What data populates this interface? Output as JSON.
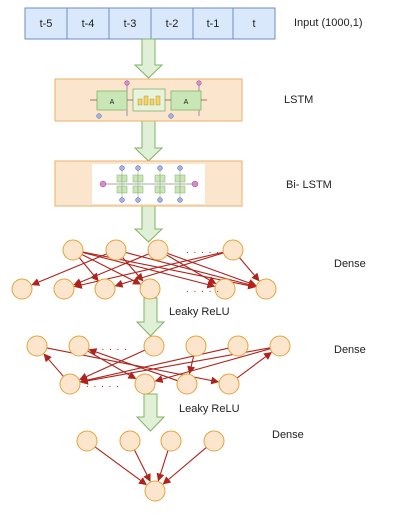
{
  "input": {
    "cells": [
      "t-5",
      "t-4",
      "t-3",
      "t-2",
      "t-1",
      "t"
    ],
    "label": "Input (1000,1)"
  },
  "lstm": {
    "label": "LSTM",
    "cell_letter": "A"
  },
  "bilstm": {
    "label": "Bi- LSTM"
  },
  "dense1": {
    "label": "Dense"
  },
  "activation1": {
    "label": "Leaky ReLU"
  },
  "dense2": {
    "label": "Dense"
  },
  "activation2": {
    "label": "Leaky ReLU"
  },
  "dense3": {
    "label": "Dense"
  },
  "ellipsis": ". . . . .",
  "colors": {
    "input_fill": "#dae8fc",
    "input_stroke": "#6c8ebf",
    "box_fill": "#fbe5cc",
    "box_stroke": "#e8b26a",
    "node_fill": "#fbe5cc",
    "node_stroke": "#e6a23c",
    "arrow_fill": "#e0f0d6",
    "arrow_stroke": "#82b366",
    "edge": "#b1221b"
  }
}
